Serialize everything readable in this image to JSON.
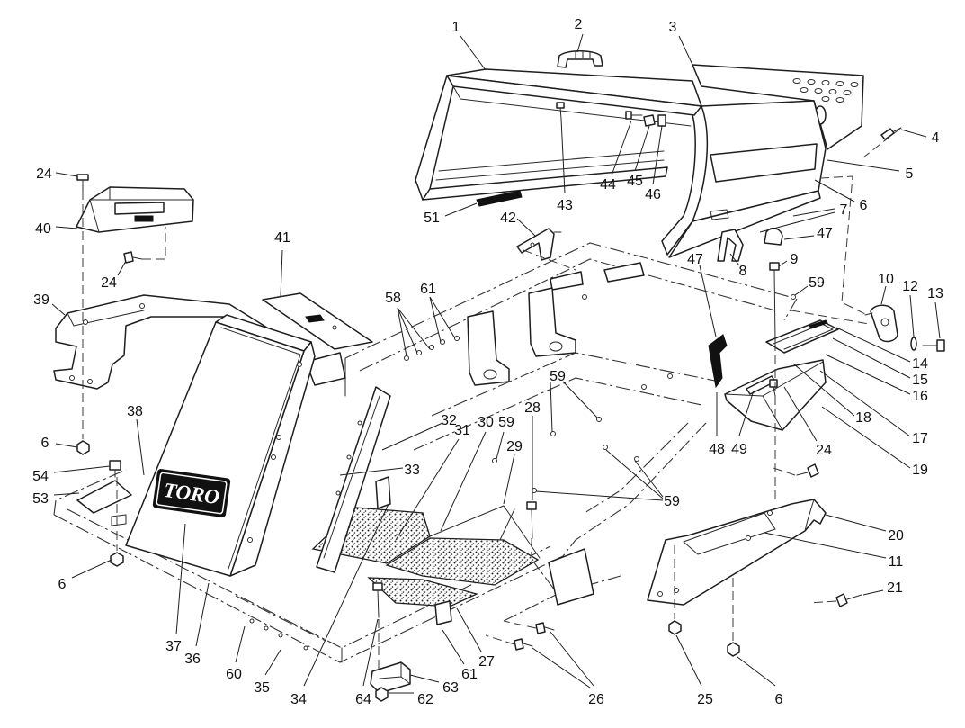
{
  "diagram": {
    "logo_text": "TORO",
    "callouts": [
      "1",
      "2",
      "3",
      "4",
      "5",
      "6",
      "7",
      "43",
      "44",
      "45",
      "46",
      "51",
      "42",
      "47",
      "8",
      "9",
      "47",
      "10",
      "12",
      "13",
      "59",
      "14",
      "15",
      "16",
      "18",
      "17",
      "19",
      "24",
      "48",
      "49",
      "20",
      "11",
      "21",
      "25",
      "6",
      "26",
      "59",
      "59",
      "28",
      "29",
      "30",
      "59",
      "31",
      "32",
      "33",
      "27",
      "61",
      "63",
      "62",
      "64",
      "34",
      "35",
      "60",
      "36",
      "37",
      "6",
      "53",
      "54",
      "38",
      "6",
      "39",
      "41",
      "40",
      "24",
      "24",
      "58",
      "61"
    ]
  }
}
